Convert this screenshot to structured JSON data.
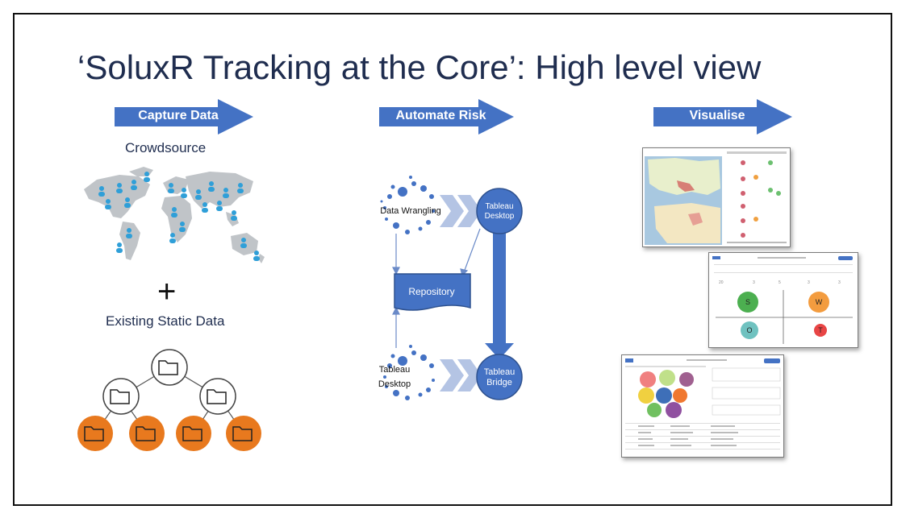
{
  "slide": {
    "title": "‘SoluxR Tracking at the Core’: High level view"
  },
  "stages": {
    "capture": "Capture Data",
    "automate": "Automate Risk",
    "visualise": "Visualise"
  },
  "capture": {
    "crowdsource": "Crowdsource",
    "plus": "+",
    "static_data": "Existing Static Data"
  },
  "automate": {
    "data_wrangling": "Data Wrangling",
    "tableau_desktop_top": [
      "Tableau",
      "Desktop"
    ],
    "repository": "Repository",
    "tableau_desktop_bottom": [
      "Tableau",
      "Desktop"
    ],
    "tableau_bridge": [
      "Tableau",
      "Bridge"
    ]
  },
  "visualise": {
    "swot": [
      "S",
      "W",
      "O",
      "T"
    ]
  },
  "colors": {
    "arrow_blue": "#4472c4",
    "title_navy": "#1f2d4f",
    "folder_orange": "#e8791e",
    "map_grey": "#c0c4c8",
    "person_blue": "#2f9fd8",
    "swot_s": "#4caf50",
    "swot_w": "#f39c3f",
    "swot_o": "#6fc2c0",
    "swot_t": "#e84545"
  }
}
